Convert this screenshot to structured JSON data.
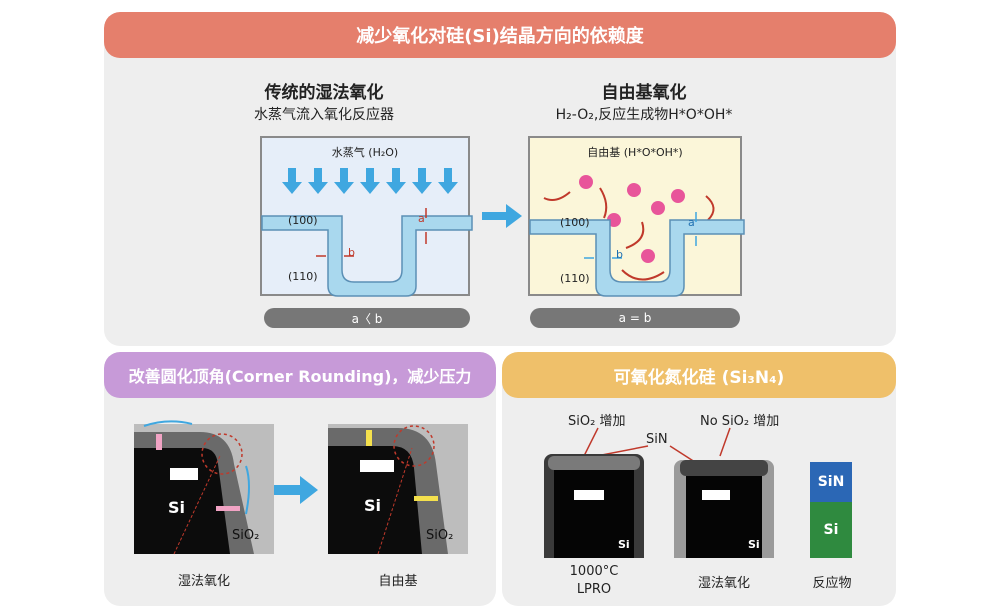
{
  "top": {
    "banner": "减少氧化对硅(Si)结晶方向的依赖度",
    "left": {
      "title": "传统的湿法氧化",
      "subtitle": "水蒸气流入氧化反应器",
      "box_label": "水蒸气 (H₂O)",
      "label_100": "(100)",
      "label_110": "(110)",
      "label_a": "a",
      "label_b": "b",
      "result": "a〈 b"
    },
    "right": {
      "title": "自由基氧化",
      "subtitle": "H₂-O₂,反应生成物H*O*OH*",
      "box_label": "自由基 (H*O*OH*)",
      "label_100": "(100)",
      "label_110": "(110)",
      "label_a": "a",
      "label_b": "b",
      "result": "a = b"
    }
  },
  "bottom_left": {
    "banner": "改善圆化顶角(Corner Rounding)，减少压力",
    "img1": {
      "si": "Si",
      "sio2": "SiO₂",
      "caption": "湿法氧化"
    },
    "img2": {
      "si": "Si",
      "sio2": "SiO₂",
      "caption": "自由基"
    }
  },
  "bottom_right": {
    "banner": "可氧化氮化硅 (Si₃N₄)",
    "label_sio2_increase": "SiO₂ 增加",
    "label_no_sio2_increase": "No SiO₂ 增加",
    "label_sin": "SiN",
    "img1_si": "Si",
    "img2_si": "Si",
    "caption1_line1": "1000°C",
    "caption1_line2": "LPRO",
    "caption2": "湿法氧化",
    "legend_sin": "SiN",
    "legend_si": "Si",
    "caption3": "反应物"
  },
  "colors": {
    "top_banner": "#e57f6c",
    "bl_banner": "#c79ad8",
    "br_banner": "#efc06a",
    "arrow_blue": "#3fa7e0",
    "sio2_layer": "#a9d8ee",
    "radical": "#e8559a",
    "legend_sin": "#2b67b5",
    "legend_si": "#2f8a3f"
  }
}
